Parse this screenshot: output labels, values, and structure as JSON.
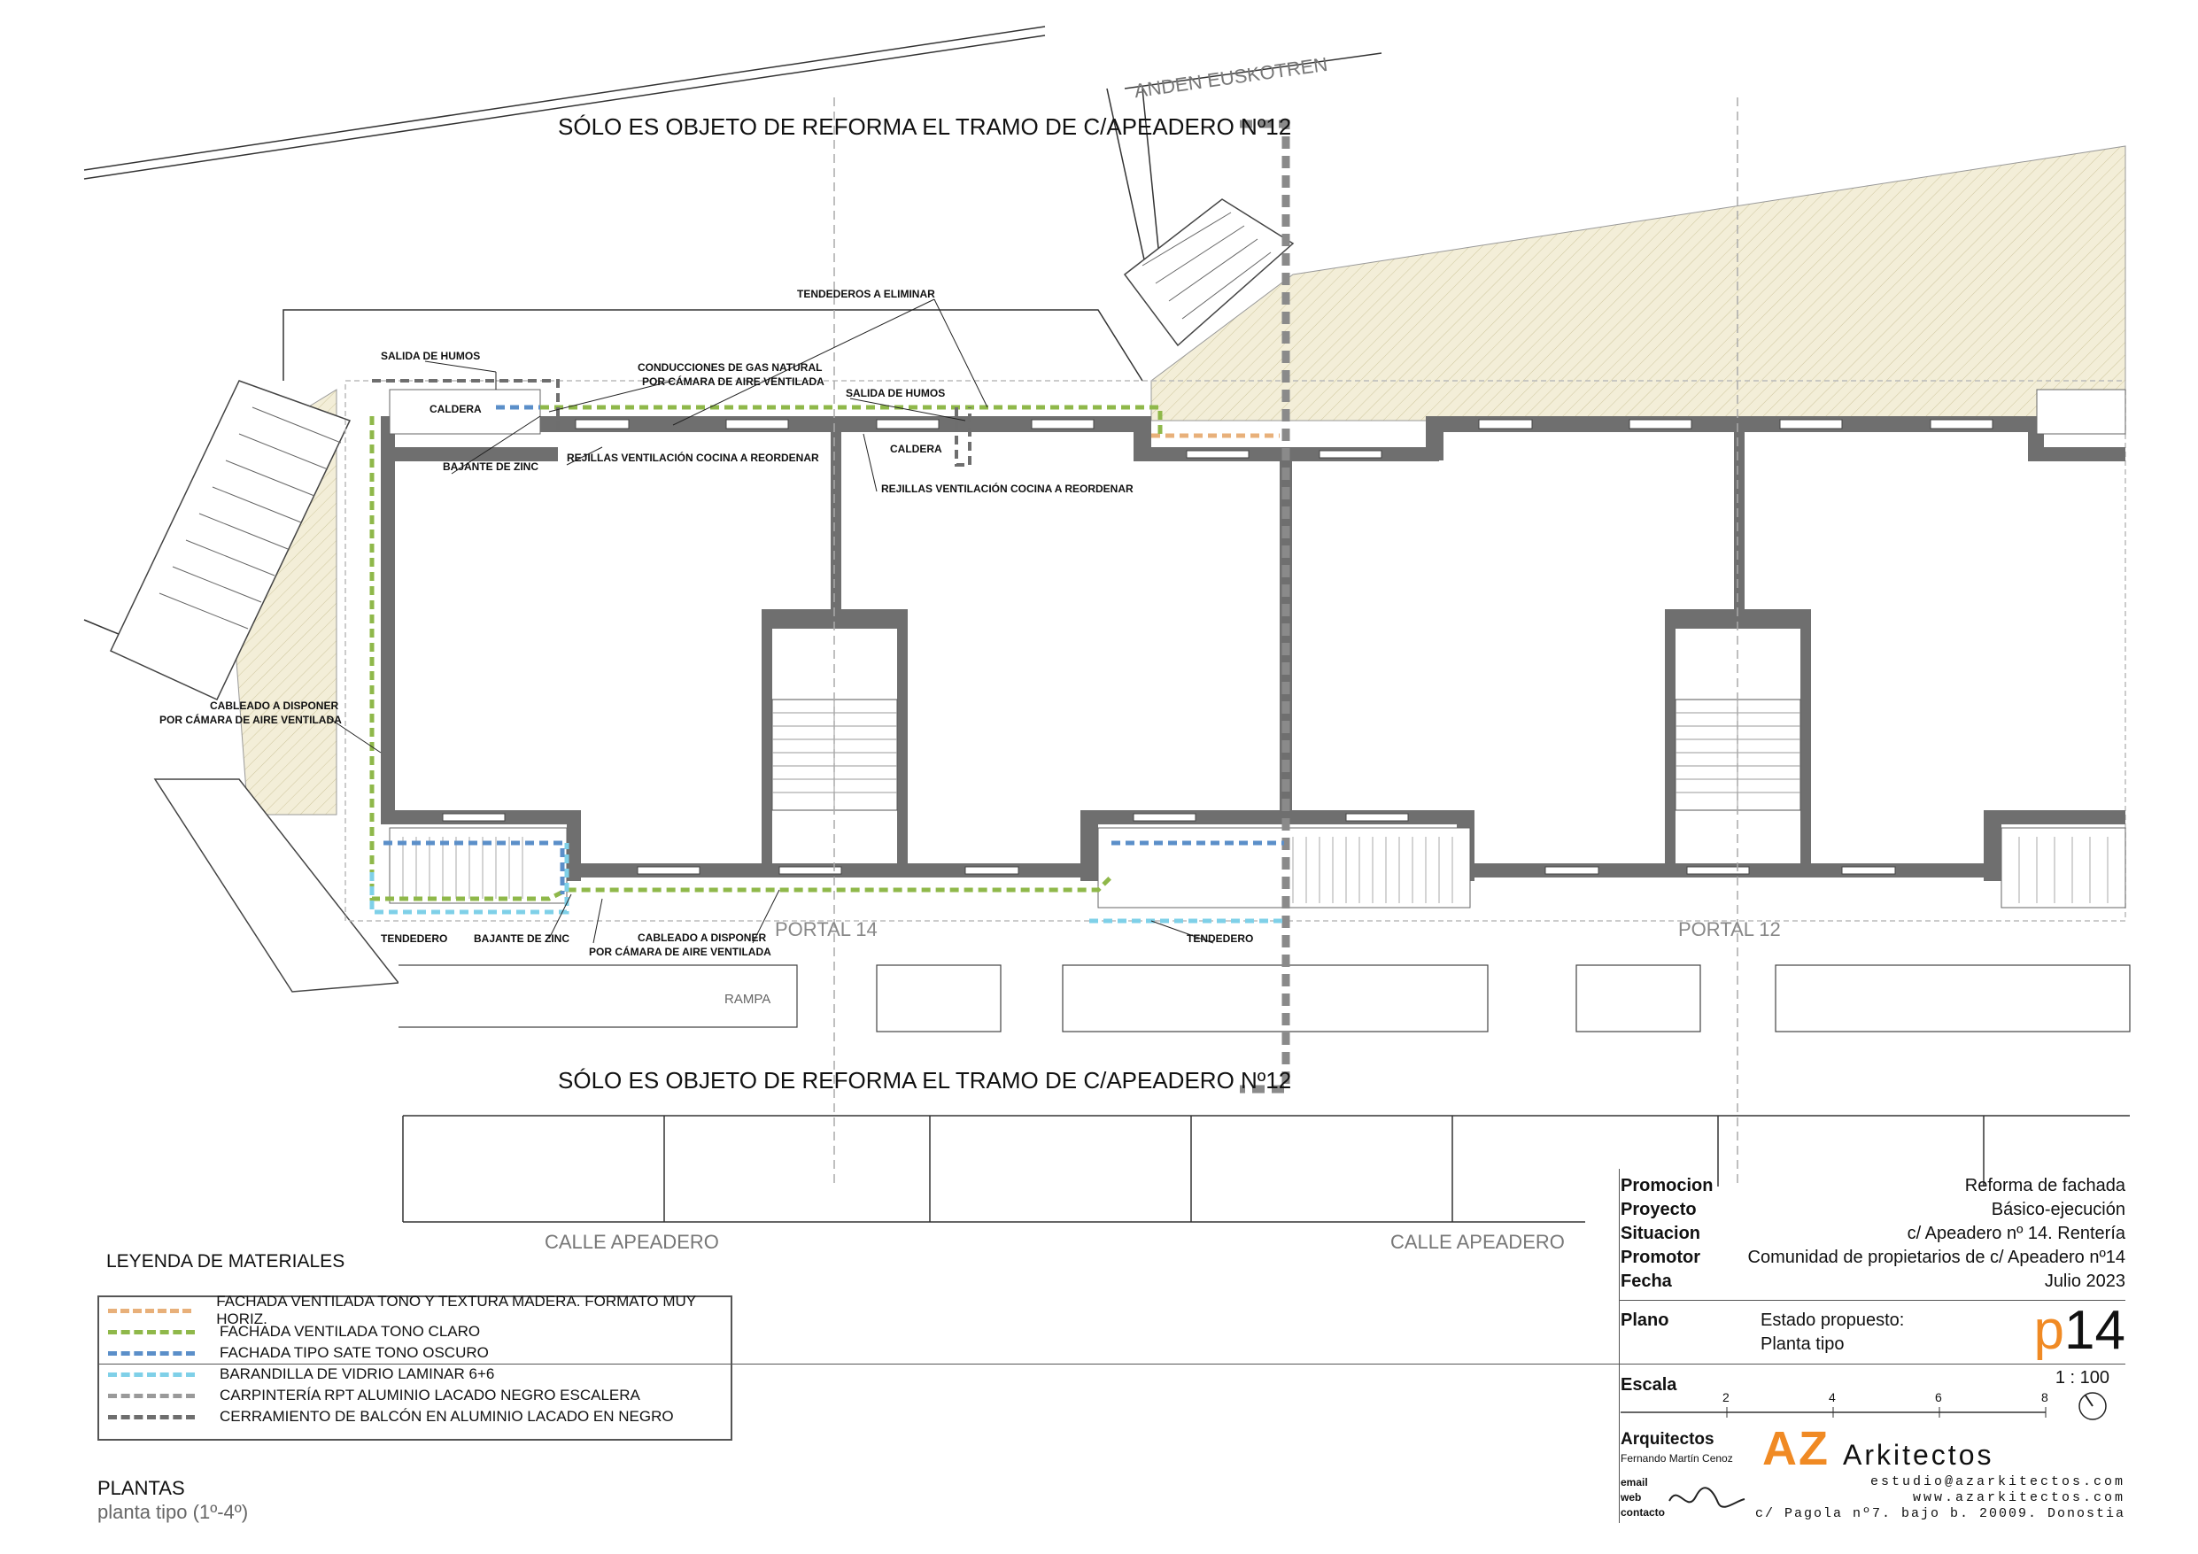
{
  "top_labels": {
    "anden": "ANDEN EUSKOTREN",
    "reform_note": "SÓLO ES OBJETO DE REFORMA EL TRAMO DE C/APEADERO Nº12"
  },
  "annotations": {
    "tendederos_eliminar": "TENDEDEROS A ELIMINAR",
    "salida_humos_1": "SALIDA DE HUMOS",
    "conducciones_1": "CONDUCCIONES DE GAS NATURAL",
    "conducciones_2": "POR CÁMARA DE AIRE VENTILADA",
    "salida_humos_2": "SALIDA DE HUMOS",
    "caldera_1": "CALDERA",
    "caldera_2": "CALDERA",
    "bajante_1": "BAJANTE DE ZINC",
    "rejillas_1": "REJILLAS VENTILACIÓN COCINA A REORDENAR",
    "rejillas_2": "REJILLAS VENTILACIÓN COCINA A REORDENAR",
    "cableado_left_1": "CABLEADO A DISPONER",
    "cableado_left_2": "POR CÁMARA DE AIRE VENTILADA",
    "tendedero_1": "TENDEDERO",
    "bajante_2": "BAJANTE DE ZINC",
    "cableado_bottom_1": "CABLEADO A DISPONER",
    "cableado_bottom_2": "POR CÁMARA DE AIRE VENTILADA",
    "tendedero_2": "TENDEDERO",
    "portal_14": "PORTAL 14",
    "portal_12": "PORTAL 12",
    "rampa": "RAMPA",
    "calle_1": "CALLE APEADERO",
    "calle_2": "CALLE APEADERO"
  },
  "legend": {
    "title": "LEYENDA DE MATERIALES",
    "items": [
      {
        "label": "FACHADA VENTILADA TONO Y TEXTURA MADERA. FORMATO MUY HORIZ.",
        "color": "#e8b07a"
      },
      {
        "label": "FACHADA VENTILADA TONO CLARO",
        "color": "#8fb84a"
      },
      {
        "label": "FACHADA TIPO SATE TONO OSCURO",
        "color": "#5b8fc9"
      },
      {
        "label": "BARANDILLA DE VIDRIO LAMINAR 6+6",
        "color": "#7fd0e8"
      },
      {
        "label": "CARPINTERÍA RPT ALUMINIO LACADO NEGRO ESCALERA",
        "color": "#9a9a9a"
      },
      {
        "label": "CERRAMIENTO DE BALCÓN EN ALUMINIO LACADO EN NEGRO",
        "color": "#6e6e6e"
      }
    ]
  },
  "plantas": {
    "title": "PLANTAS",
    "subtitle": "planta tipo (1º-4º)"
  },
  "title_block": {
    "promocion_k": "Promocion",
    "promocion_v": "Reforma de fachada",
    "proyecto_k": "Proyecto",
    "proyecto_v": "Básico-ejecución",
    "situacion_k": "Situacion",
    "situacion_v": "c/ Apeadero nº 14. Rentería",
    "promotor_k": "Promotor",
    "promotor_v": "Comunidad de propietarios de c/ Apeadero nº14",
    "fecha_k": "Fecha",
    "fecha_v": "Julio 2023",
    "plano_k": "Plano",
    "plano_v1": "Estado propuesto:",
    "plano_v2": "Planta tipo",
    "sheet_p": "p",
    "sheet_n": "14",
    "escala_k": "Escala",
    "escala_v": "1 : 100",
    "scale_ticks": [
      "2",
      "4",
      "6",
      "8"
    ],
    "arquitectos_k": "Arquitectos",
    "arquitecto_name": "Fernando Martín Cenoz",
    "logo_az": "AZ",
    "logo_ark": "Arkitectos",
    "email_k": "email",
    "web_k": "web",
    "contacto_k": "contacto",
    "email_v": "estudio@azarkitectos.com",
    "web_v": "www.azarkitectos.com",
    "contacto_v": "c/ Pagola nº7. bajo b. 20009. Donostia"
  },
  "colors": {
    "wall": "#6f6f6f",
    "hatch": "#f1ecd3",
    "wood": "#e8b07a",
    "green": "#8fb84a",
    "blue": "#5b8fc9",
    "cyan": "#7fd0e8",
    "grey": "#9a9a9a",
    "darkgrey": "#6e6e6e",
    "accent": "#f08a24"
  }
}
